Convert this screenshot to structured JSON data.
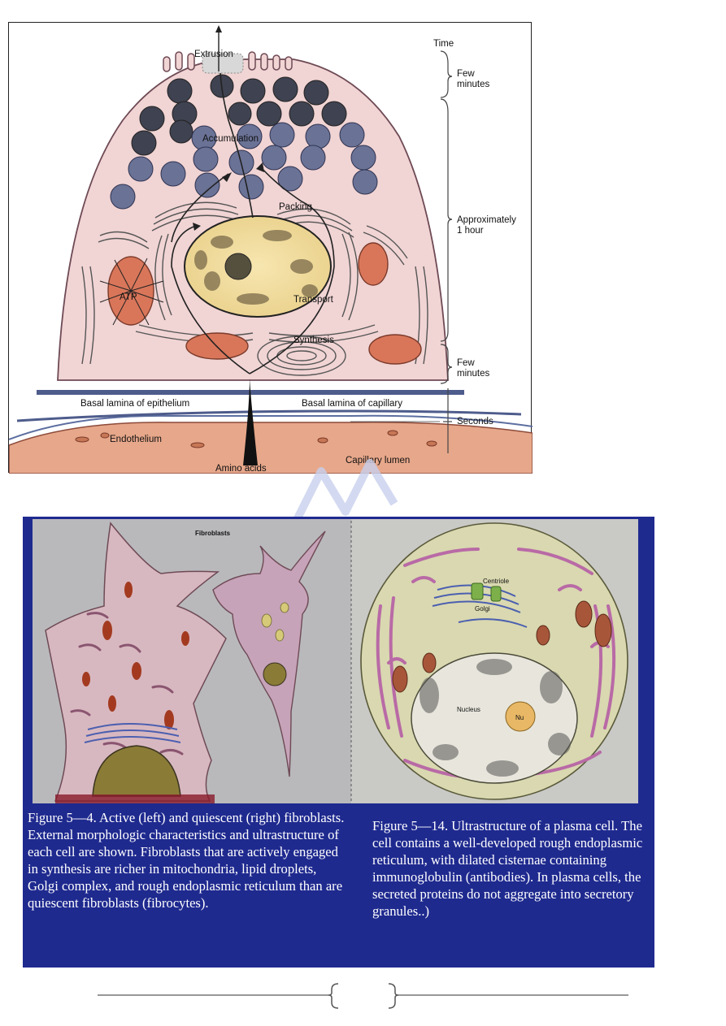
{
  "figure1": {
    "time_header": "Time",
    "labels": {
      "extrusion": "Extrusion",
      "accumulation": "Accumulation",
      "packing": "Packing",
      "transport": "Transport",
      "synthesis": "Synthesis",
      "atp": "ATP",
      "basal_lamina_epithelium": "Basal lamina of epithelium",
      "basal_lamina_capillary": "Basal lamina of capillary",
      "endothelium": "Endothelium",
      "amino_acids": "Amino acids",
      "capillary_lumen": "Capillary lumen"
    },
    "time_scale": {
      "few_minutes_top_1": "Few",
      "few_minutes_top_2": "minutes",
      "approx_1": "Approximately",
      "approx_2": "1 hour",
      "few_minutes_bottom_1": "Few",
      "few_minutes_bottom_2": "minutes",
      "seconds": "Seconds"
    }
  },
  "figure2": {
    "panel_title": "Fibroblasts",
    "labels": {
      "centriole": "Centriole",
      "golgi": "Golgi",
      "nucleus": "Nucleus",
      "nu": "Nu"
    },
    "caption_left": "Figure 5—4. Active (left) and quiescent (right) fibroblasts. External morphologic characteristics and ultrastructure of each cell are shown. Fibroblasts that are actively engaged in synthesis are richer in mitochondria, lipid droplets, Golgi complex, and rough endoplasmic reticulum than are quiescent fibroblasts (fibrocytes).",
    "caption_right": "Figure 5—14. Ultrastructure of a plasma cell. The cell contains a well-developed rough endoplasmic reticulum, with dilated cisternae containing immunoglobulin (antibodies). In plasma cells, the secreted proteins do not aggregate into secretory granules..)"
  },
  "footer": {
    "page_number": ""
  }
}
